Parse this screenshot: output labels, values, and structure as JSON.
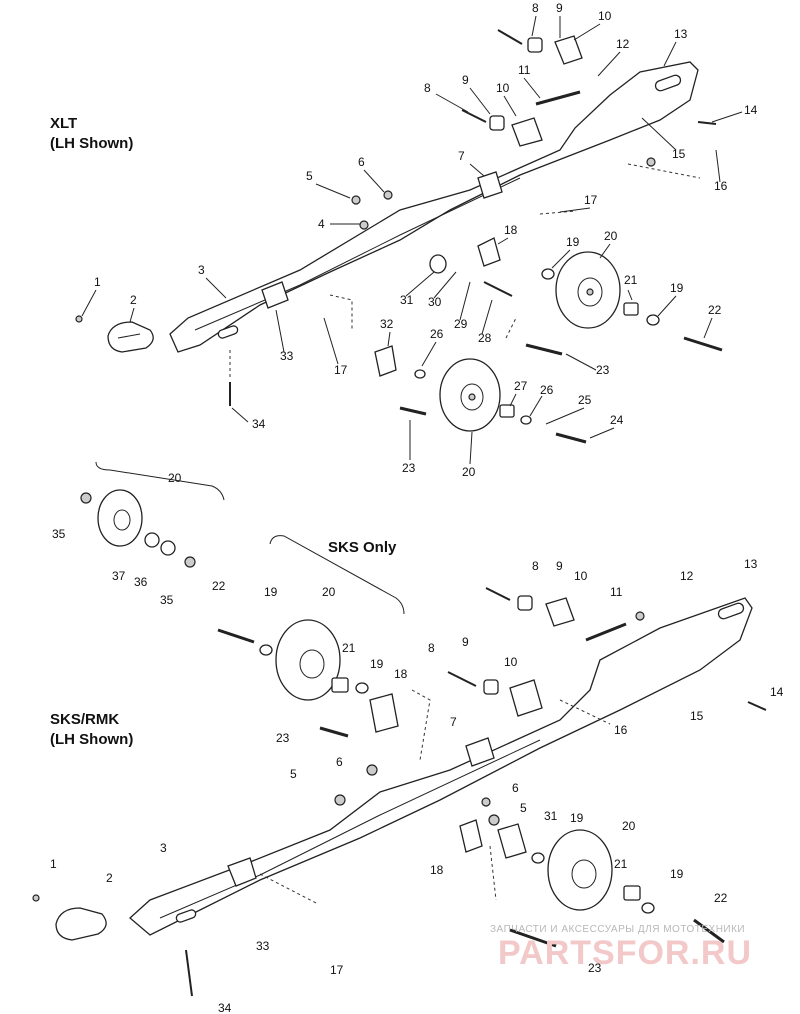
{
  "diagram": {
    "section_xlt_title": [
      "XLT",
      "(LH Shown)"
    ],
    "section_sks_only": "SKS Only",
    "section_sksrmk_title": [
      "SKS/RMK",
      "(LH Shown)"
    ],
    "watermark_small": "ЗАПЧАСТИ И АКСЕССУАРЫ ДЛЯ МОТОТЕХНИКИ",
    "watermark_logo": "PARTSFOR.RU",
    "callouts_xlt": [
      "1",
      "2",
      "3",
      "4",
      "5",
      "6",
      "7",
      "8",
      "9",
      "10",
      "8",
      "9",
      "10",
      "11",
      "12",
      "13",
      "14",
      "15",
      "16",
      "17",
      "17",
      "18",
      "19",
      "20",
      "21",
      "19",
      "22",
      "23",
      "23",
      "24",
      "25",
      "26",
      "26",
      "27",
      "28",
      "29",
      "30",
      "31",
      "32",
      "33",
      "34",
      "20"
    ],
    "callouts_detail": [
      "20",
      "35",
      "37",
      "36",
      "35"
    ],
    "callouts_sks_only": [
      "22",
      "19",
      "20",
      "21",
      "19",
      "18",
      "23"
    ],
    "callouts_sksrmk": [
      "8",
      "9",
      "10",
      "11",
      "12",
      "13",
      "8",
      "9",
      "10",
      "14",
      "15",
      "16",
      "7",
      "6",
      "5",
      "6",
      "5",
      "31",
      "19",
      "20",
      "18",
      "21",
      "19",
      "22",
      "1",
      "2",
      "3",
      "33",
      "34",
      "17",
      "23"
    ]
  }
}
